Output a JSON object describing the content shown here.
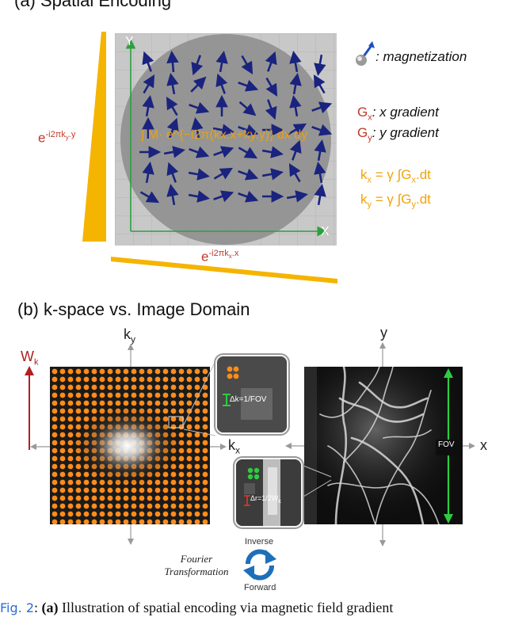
{
  "panel_a": {
    "title": "(a) Spatial Encoding",
    "axis_y": "Y",
    "axis_x": "X",
    "phase_y": "e−i2πky.y",
    "phase_y_base": "e",
    "phase_y_exp": "-i2πk",
    "phase_y_sub": "y",
    "phase_y_tail": ".y",
    "phase_x_base": "e",
    "phase_x_exp": "-i2πk",
    "phase_x_sub": "x",
    "phase_x_tail": ".x",
    "integral": "∫ M· e^{−i2π(kx.x+ky.y)} dx dy",
    "legend": {
      "magnetization": ": magnetization",
      "gx_sym": "G",
      "gx_sub": "x",
      "gx_desc": ": x gradient",
      "gy_sym": "G",
      "gy_sub": "y",
      "gy_desc": ": y gradient",
      "kx_eq_left": "k",
      "kx_sub": "x",
      "kx_eq_right": " = γ ∫G",
      "kx_g_sub": "x",
      "kx_tail": ".dt",
      "ky_eq_left": "k",
      "ky_sub": "y",
      "ky_eq_right": " = γ ∫G",
      "ky_g_sub": "y",
      "ky_tail": ".dt"
    },
    "colors": {
      "arrow": "#1a237e",
      "accent": "#f0a30a",
      "red": "#c0392b",
      "axis": "#2e9e3e"
    }
  },
  "panel_b": {
    "title": "(b) k-space vs. Image Domain",
    "ky_label": "k",
    "ky_sub": "y",
    "kx_label": "k",
    "kx_sub": "x",
    "wk_label": "W",
    "wk_sub": "k",
    "y_label": "y",
    "x_label": "x",
    "fov_label": "FOV",
    "dk_label": "Δk=1/FOV",
    "dr_label": "Δr=1/2W",
    "dr_sub": "k",
    "fourier_line1": "Fourier",
    "fourier_line2": "Transformation",
    "inverse": "Inverse",
    "forward": "Forward",
    "colors": {
      "dot": "#ff8c1a",
      "green": "#2ecc40",
      "red": "#c0392b",
      "arrow_blue": "#1e6fb8"
    }
  },
  "caption": {
    "fig_label": "Fig. 2",
    "text_bold": "(a)",
    "text": "Illustration of spatial encoding via magnetic field gradient"
  }
}
